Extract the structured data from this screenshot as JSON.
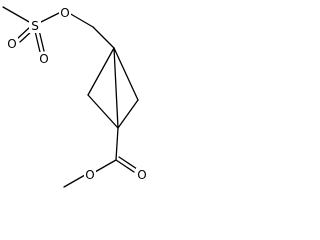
{
  "molecule": {
    "atoms": {
      "O_ester_top": "O",
      "S": "S",
      "O_s_left": "O",
      "O_s_bottom": "O",
      "O_carbonyl": "O",
      "O_ester_bottom": "O"
    }
  },
  "colors": {
    "bond": "#000000",
    "label": "#000000",
    "background": "#ffffff"
  }
}
